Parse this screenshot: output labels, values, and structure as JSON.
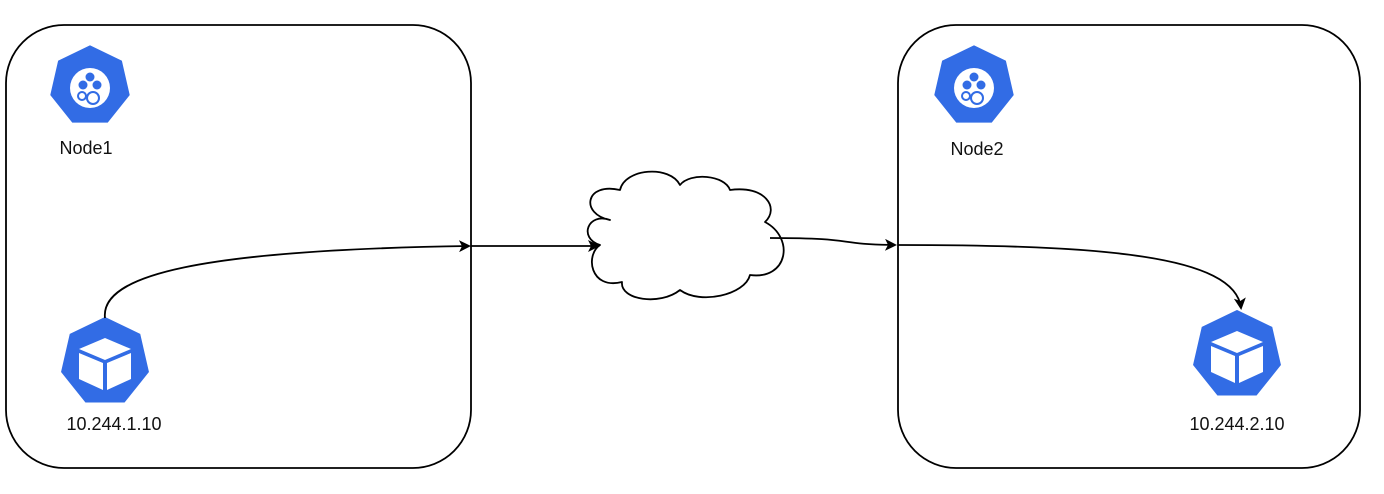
{
  "diagram": {
    "nodes": [
      {
        "id": "node1",
        "label": "Node1",
        "icon": "kubernetes-node-icon"
      },
      {
        "id": "node2",
        "label": "Node2",
        "icon": "kubernetes-node-icon"
      }
    ],
    "pods": [
      {
        "id": "pod1",
        "label": "10.244.1.10",
        "icon": "kubernetes-pod-icon"
      },
      {
        "id": "pod2",
        "label": "10.244.2.10",
        "icon": "kubernetes-pod-icon"
      }
    ],
    "network": {
      "icon": "cloud-icon"
    },
    "colors": {
      "k8s_blue": "#326CE5",
      "stroke": "#000000",
      "background": "#ffffff"
    }
  }
}
